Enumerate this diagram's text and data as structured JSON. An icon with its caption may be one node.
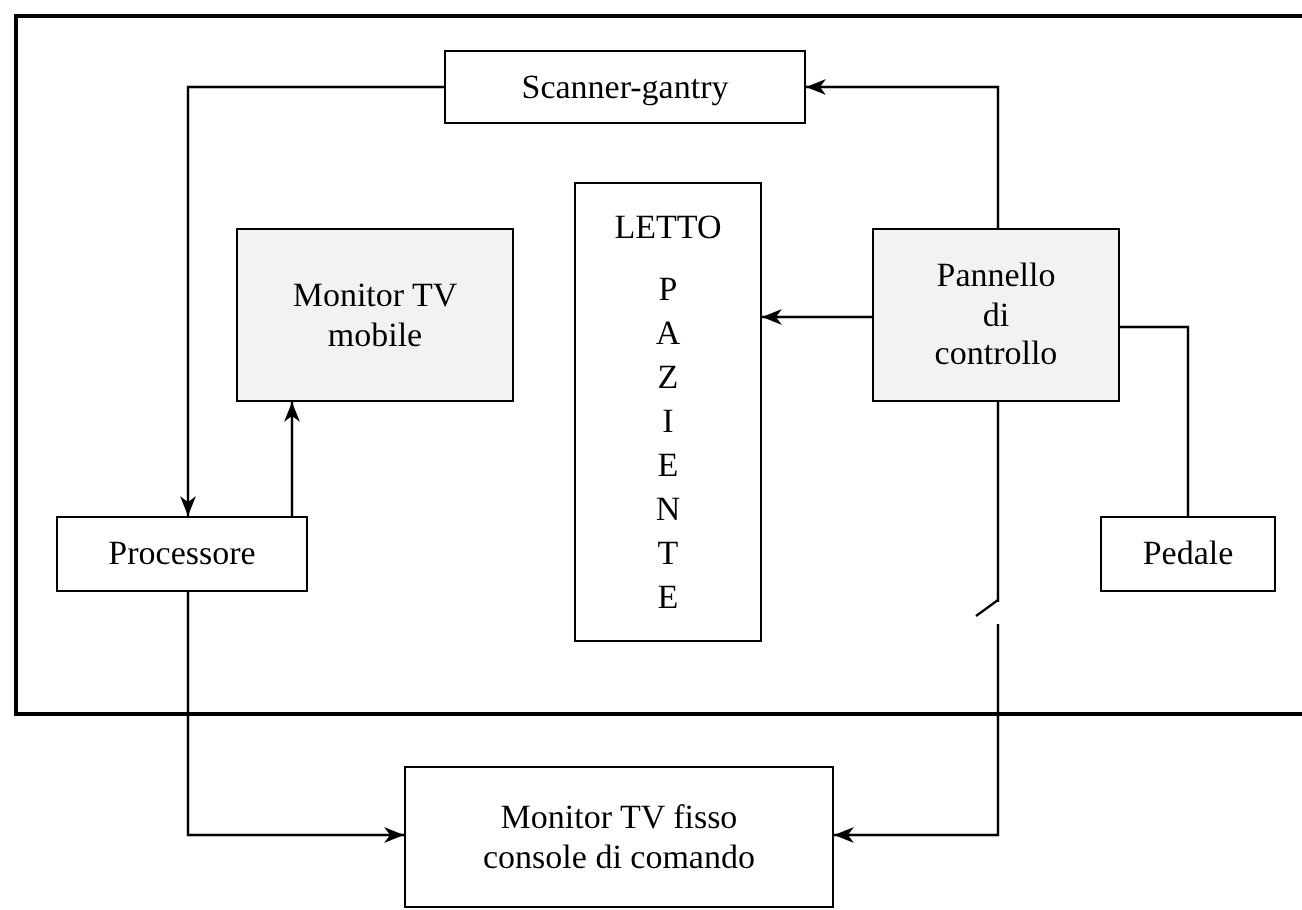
{
  "diagram": {
    "nodes": [
      {
        "text": [],
        "shape": "box"
      },
      {
        "text": [
          "Scanner-gantry"
        ],
        "in": 0
      },
      {
        "text": [
          "Monitor TV mobile"
        ],
        "in": 0
      },
      {
        "text": [
          "LETTO",
          "PAZIENTE"
        ],
        "in": 0
      },
      {
        "text": [
          "Pannello di controllo"
        ],
        "in": 0
      },
      {
        "text": [
          "Processore"
        ],
        "in": 0
      },
      {
        "text": [
          "Pedale"
        ],
        "in": 0
      },
      {
        "text": [
          "Monitor TV fisso console di comando"
        ]
      }
    ],
    "edges": [
      {
        "from": 1,
        "to": 5,
        "arrow": "to"
      },
      {
        "from": 5,
        "to": 2,
        "arrow": "to"
      },
      {
        "from": 4,
        "to": 1,
        "arrow": "to"
      },
      {
        "from": 4,
        "to": 3,
        "arrow": "to"
      },
      {
        "from": 6,
        "to": 4,
        "arrow": "none"
      },
      {
        "from": 4,
        "to": 7,
        "arrow": "to"
      },
      {
        "from": 5,
        "to": 7,
        "arrow": "to"
      }
    ]
  }
}
